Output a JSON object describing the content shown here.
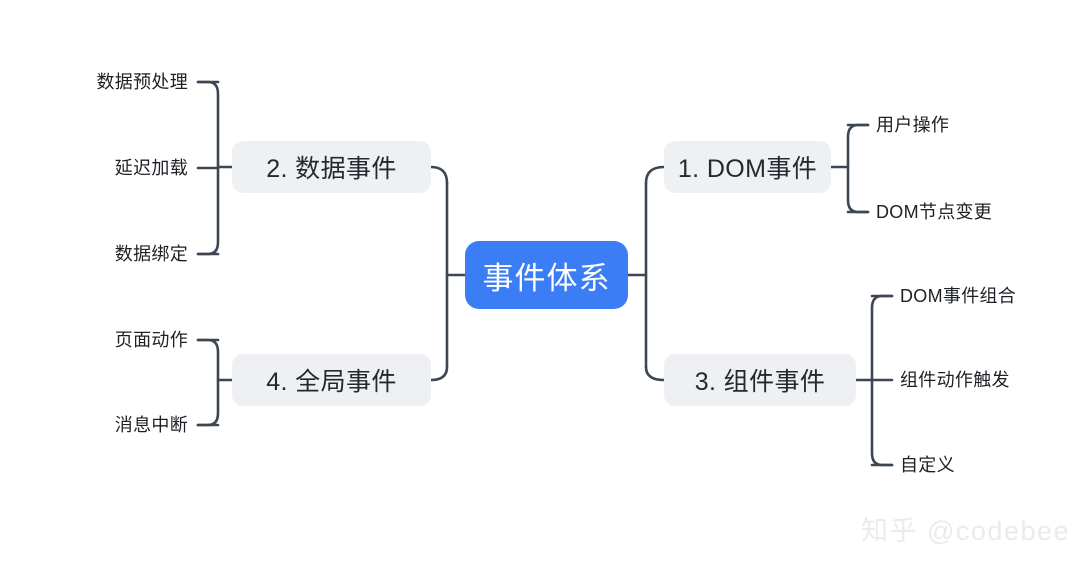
{
  "diagram": {
    "type": "mindmap",
    "title": "事件体系",
    "root": {
      "label": "事件体系",
      "color": "#3b7df5",
      "text_color": "#ffffff"
    },
    "branch_color": "#eef0f3",
    "connector_color": "#3d4753",
    "branches": [
      {
        "id": "data-events",
        "label": "2. 数据事件",
        "side": "left",
        "children": [
          {
            "label": "数据预处理"
          },
          {
            "label": "延迟加载"
          },
          {
            "label": "数据绑定"
          }
        ]
      },
      {
        "id": "global-events",
        "label": "4. 全局事件",
        "side": "left",
        "children": [
          {
            "label": "页面动作"
          },
          {
            "label": "消息中断"
          }
        ]
      },
      {
        "id": "dom-events",
        "label": "1. DOM事件",
        "side": "right",
        "children": [
          {
            "label": "用户操作"
          },
          {
            "label": "DOM节点变更"
          }
        ]
      },
      {
        "id": "component-events",
        "label": "3. 组件事件",
        "side": "right",
        "children": [
          {
            "label": "DOM事件组合"
          },
          {
            "label": "组件动作触发"
          },
          {
            "label": "自定义"
          }
        ]
      }
    ]
  },
  "watermark": {
    "text": "知乎 @codebee"
  }
}
